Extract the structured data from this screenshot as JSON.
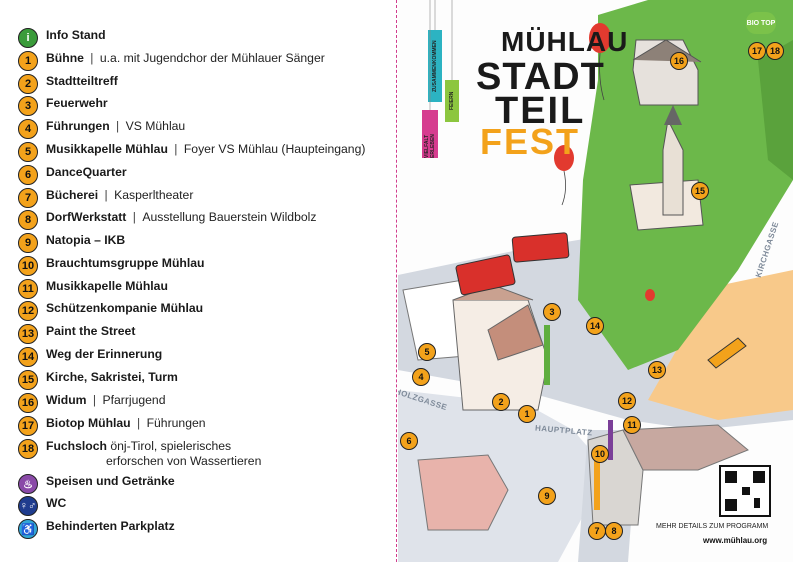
{
  "legend": {
    "items": [
      {
        "badge": "i",
        "name": "Info Stand",
        "sub": ""
      },
      {
        "badge": "1",
        "name": "Bühne",
        "sub": "u.a. mit Jugendchor der Mühlauer Sänger"
      },
      {
        "badge": "2",
        "name": "Stadtteiltreff",
        "sub": ""
      },
      {
        "badge": "3",
        "name": "Feuerwehr",
        "sub": ""
      },
      {
        "badge": "4",
        "name": "Führungen",
        "sub": "VS Mühlau"
      },
      {
        "badge": "5",
        "name": "Musikkapelle Mühlau",
        "sub": "Foyer VS Mühlau (Haupteingang)"
      },
      {
        "badge": "6",
        "name": "DanceQuarter",
        "sub": ""
      },
      {
        "badge": "7",
        "name": "Bücherei",
        "sub": "Kasperltheater"
      },
      {
        "badge": "8",
        "name": "DorfWerkstatt",
        "sub": "Ausstellung Bauerstein Wildbolz"
      },
      {
        "badge": "9",
        "name": "Natopia – IKB",
        "sub": ""
      },
      {
        "badge": "10",
        "name": "Brauchtumsgruppe Mühlau",
        "sub": ""
      },
      {
        "badge": "11",
        "name": "Musikkapelle Mühlau",
        "sub": ""
      },
      {
        "badge": "12",
        "name": "Schützenkompanie Mühlau",
        "sub": ""
      },
      {
        "badge": "13",
        "name": "Paint the Street",
        "sub": ""
      },
      {
        "badge": "14",
        "name": "Weg der Erinnerung",
        "sub": ""
      },
      {
        "badge": "15",
        "name": "Kirche, Sakristei, Turm",
        "sub": ""
      },
      {
        "badge": "16",
        "name": "Widum",
        "sub": "Pfarrjugend"
      },
      {
        "badge": "17",
        "name": "Biotop Mühlau",
        "sub": "Führungen"
      },
      {
        "badge": "18",
        "name": "Fuchsloch",
        "sub": "önj-Tirol, spielerisches",
        "sub2": "erforschen von Wassertieren"
      },
      {
        "badge": "food-icon",
        "name": "Speisen und Getränke",
        "sub": ""
      },
      {
        "badge": "wc-icon",
        "name": "WC",
        "sub": ""
      },
      {
        "badge": "wheelchair-icon",
        "name": "Behinderten Parkplatz",
        "sub": ""
      }
    ],
    "separator": "|"
  },
  "map": {
    "title": {
      "line1": "MÜHLAU",
      "line2": "STADT",
      "line3": "TEIL",
      "line4": "FEST"
    },
    "tags": [
      "VIELFALT ERLEBEN",
      "ZUSAMMENKOMMEN",
      "FEIERN"
    ],
    "streets": {
      "holzgasse": "HOLZGASSE",
      "hauptplatz": "HAUPTPLATZ",
      "kirchgasse": "KIRCHGASSE"
    },
    "biotop_sign": "BIO TOP",
    "footer_note": "MEHR DETAILS ZUM PROGRAMM",
    "footer_url": "www.mühlau.org",
    "markers": [
      "1",
      "2",
      "3",
      "4",
      "5",
      "6",
      "7",
      "8",
      "9",
      "10",
      "11",
      "12",
      "13",
      "14",
      "15",
      "16",
      "17",
      "18"
    ]
  },
  "colors": {
    "accent_orange": "#f3a21b",
    "fold_line": "#d13c8d",
    "park_green": "#5fae3e",
    "road_grey": "#c9cfd8",
    "sand": "#f8c98a"
  }
}
